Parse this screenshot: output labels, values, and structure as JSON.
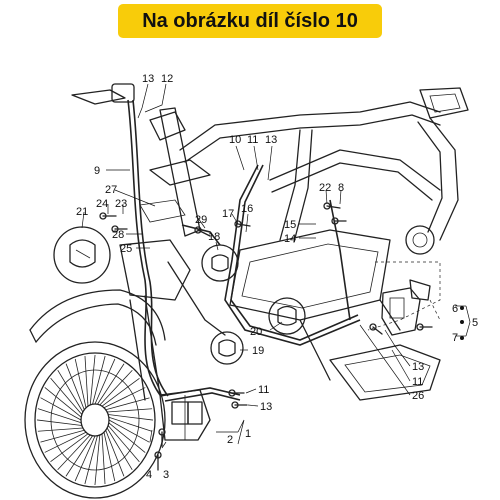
{
  "banner": {
    "title": "Na obrázku díl číslo 10",
    "background": "#f8cc0a"
  },
  "callouts": [
    {
      "id": "c13a",
      "text": "13"
    },
    {
      "id": "c12",
      "text": "12"
    },
    {
      "id": "c10",
      "text": "10"
    },
    {
      "id": "c11a",
      "text": "11"
    },
    {
      "id": "c13b",
      "text": "13"
    },
    {
      "id": "c9",
      "text": "9"
    },
    {
      "id": "c27",
      "text": "27"
    },
    {
      "id": "c24",
      "text": "24"
    },
    {
      "id": "c23",
      "text": "23"
    },
    {
      "id": "c21",
      "text": "21"
    },
    {
      "id": "c28",
      "text": "28"
    },
    {
      "id": "c25",
      "text": "25"
    },
    {
      "id": "c29",
      "text": "29"
    },
    {
      "id": "c17",
      "text": "17"
    },
    {
      "id": "c16",
      "text": "16"
    },
    {
      "id": "c18",
      "text": "18"
    },
    {
      "id": "c22",
      "text": "22"
    },
    {
      "id": "c8",
      "text": "8"
    },
    {
      "id": "c15",
      "text": "15"
    },
    {
      "id": "c14",
      "text": "14"
    },
    {
      "id": "c6",
      "text": "6"
    },
    {
      "id": "c5",
      "text": "5"
    },
    {
      "id": "c7",
      "text": "7"
    },
    {
      "id": "c20",
      "text": "20"
    },
    {
      "id": "c19",
      "text": "19"
    },
    {
      "id": "c13c",
      "text": "13"
    },
    {
      "id": "c11b",
      "text": "11"
    },
    {
      "id": "c26",
      "text": "26"
    },
    {
      "id": "c11c",
      "text": "11"
    },
    {
      "id": "c13d",
      "text": "13"
    },
    {
      "id": "c2",
      "text": "2"
    },
    {
      "id": "c1",
      "text": "1"
    },
    {
      "id": "c4",
      "text": "4"
    },
    {
      "id": "c3",
      "text": "3"
    }
  ]
}
